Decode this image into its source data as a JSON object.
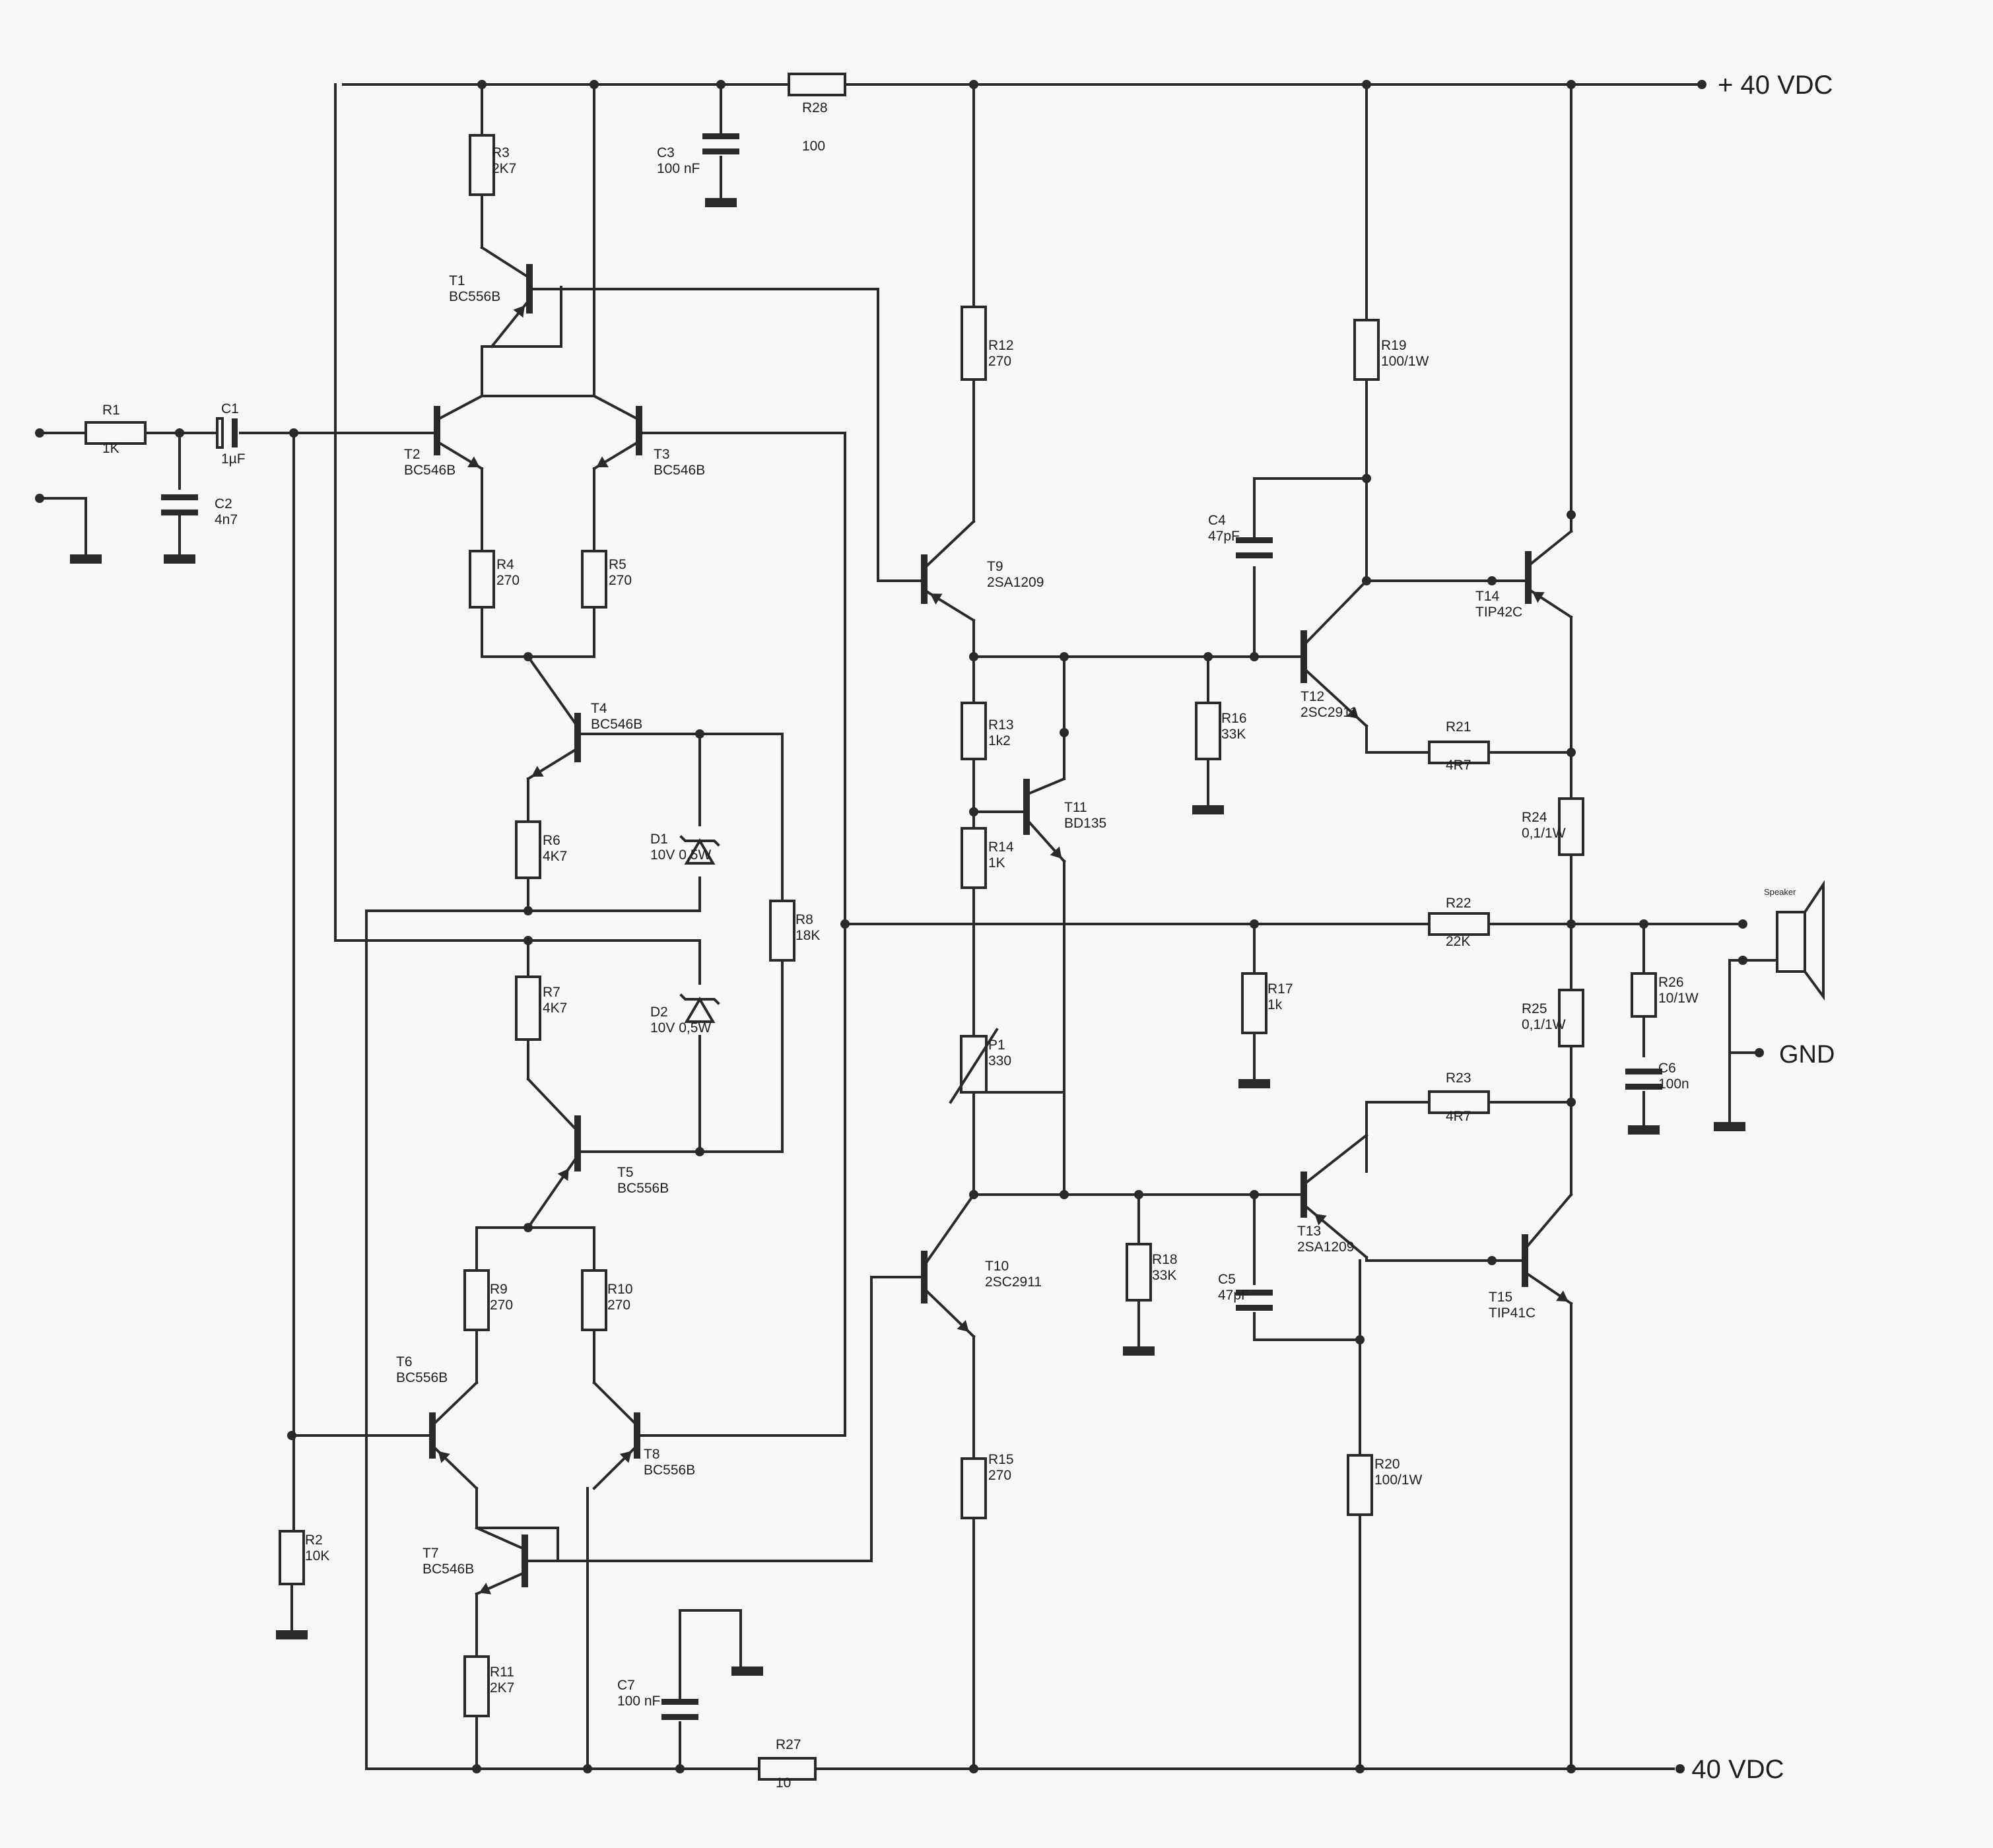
{
  "rails": {
    "positive": "+ 40 VDC",
    "negative": "- 40 VDC",
    "ground": "GND"
  },
  "speaker_label": "Speaker",
  "resistors": [
    {
      "name": "R1",
      "value": "1K"
    },
    {
      "name": "R2",
      "value": "10K"
    },
    {
      "name": "R3",
      "value": "2K7"
    },
    {
      "name": "R4",
      "value": "270"
    },
    {
      "name": "R5",
      "value": "270"
    },
    {
      "name": "R6",
      "value": "4K7"
    },
    {
      "name": "R7",
      "value": "4K7"
    },
    {
      "name": "R8",
      "value": "18K"
    },
    {
      "name": "R9",
      "value": "270"
    },
    {
      "name": "R10",
      "value": "270"
    },
    {
      "name": "R11",
      "value": "2K7"
    },
    {
      "name": "R12",
      "value": "270"
    },
    {
      "name": "R13",
      "value": "1k2"
    },
    {
      "name": "R14",
      "value": "1K"
    },
    {
      "name": "R15",
      "value": "270"
    },
    {
      "name": "R16",
      "value": "33K"
    },
    {
      "name": "R17",
      "value": "1k"
    },
    {
      "name": "R18",
      "value": "33K"
    },
    {
      "name": "R19",
      "value": "100/1W"
    },
    {
      "name": "R20",
      "value": "100/1W"
    },
    {
      "name": "R21",
      "value": "4R7"
    },
    {
      "name": "R22",
      "value": "22K"
    },
    {
      "name": "R23",
      "value": "4R7"
    },
    {
      "name": "R24",
      "value": "0,1/1W"
    },
    {
      "name": "R25",
      "value": "0,1/1W"
    },
    {
      "name": "R26",
      "value": "10/1W"
    },
    {
      "name": "R27",
      "value": "10"
    },
    {
      "name": "R28",
      "value": "100"
    }
  ],
  "capacitors": [
    {
      "name": "C1",
      "value": "1µF"
    },
    {
      "name": "C2",
      "value": "4n7"
    },
    {
      "name": "C3",
      "value": "100 nF"
    },
    {
      "name": "C4",
      "value": "47pF"
    },
    {
      "name": "C5",
      "value": "47pF"
    },
    {
      "name": "C6",
      "value": "100n"
    },
    {
      "name": "C7",
      "value": "100 nF"
    }
  ],
  "transistors": [
    {
      "name": "T1",
      "part": "BC556B"
    },
    {
      "name": "T2",
      "part": "BC546B"
    },
    {
      "name": "T3",
      "part": "BC546B"
    },
    {
      "name": "T4",
      "part": "BC546B"
    },
    {
      "name": "T5",
      "part": "BC556B"
    },
    {
      "name": "T6",
      "part": "BC556B"
    },
    {
      "name": "T7",
      "part": "BC546B"
    },
    {
      "name": "T8",
      "part": "BC556B"
    },
    {
      "name": "T9",
      "part": "2SA1209"
    },
    {
      "name": "T10",
      "part": "2SC2911"
    },
    {
      "name": "T11",
      "part": "BD135"
    },
    {
      "name": "T12",
      "part": "2SC2911"
    },
    {
      "name": "T13",
      "part": "2SA1209"
    },
    {
      "name": "T14",
      "part": "TIP42C"
    },
    {
      "name": "T15",
      "part": "TIP41C"
    }
  ],
  "diodes": [
    {
      "name": "D1",
      "value": "10V 0,5W"
    },
    {
      "name": "D2",
      "value": "10V 0,5W"
    }
  ],
  "potentiometers": [
    {
      "name": "P1",
      "value": "330"
    }
  ]
}
